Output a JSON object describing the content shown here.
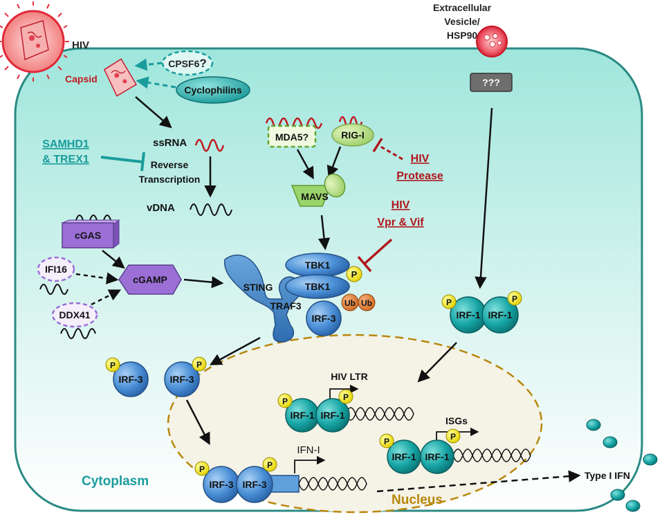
{
  "labels": {
    "hiv": "HIV",
    "capsid": "Capsid",
    "extracellular_line1": "Extracellular",
    "extracellular_line2": "Vesicle/",
    "extracellular_line3": "HSP90",
    "unknown": "???",
    "cpsf6": "CPSF6",
    "cpsf6_q": "?",
    "cyclophilins": "Cyclophilins",
    "samhd1_line1": "SAMHD1",
    "samhd1_line2": "& TREX1",
    "ssrna": "ssRNA",
    "rt_line1": "Reverse",
    "rt_line2": "Transcription",
    "vdna": "vDNA",
    "mda5": "MDA5?",
    "rigi": "RIG-I",
    "hiv_protease_line1": "HIV",
    "hiv_protease_line2": "Protease",
    "mavs": "MAVS",
    "hiv_vpr_line1": "HIV",
    "hiv_vpr_line2": "Vpr & Vif",
    "cgas": "cGAS",
    "ifi16": "IFI16",
    "cgamp": "cGAMP",
    "ddx41": "DDX41",
    "sting": "STING",
    "tbk1_top": "TBK1",
    "tbk1_bottom": "TBK1",
    "traf3": "TRAF3",
    "irf3_complex": "IRF-3",
    "ub1": "Ub",
    "ub2": "Ub",
    "p": "P",
    "irf1": "IRF-1",
    "irf3": "IRF-3",
    "hiv_ltr": "HIV LTR",
    "isgs": "ISGs",
    "ifn_i": "IFN-I",
    "type1_ifn": "Type I IFN",
    "cytoplasm": "Cytoplasm",
    "nucleus": "Nucleus"
  },
  "colors": {
    "teal": "#1a9c9c",
    "dark_red": "#b0161c",
    "irf_blue": "#4a90d0",
    "irf1_teal": "#17a5a5",
    "purple": "#9b6fd6",
    "nucleus_border": "#b8860b",
    "cell_border": "#2a8a84"
  }
}
